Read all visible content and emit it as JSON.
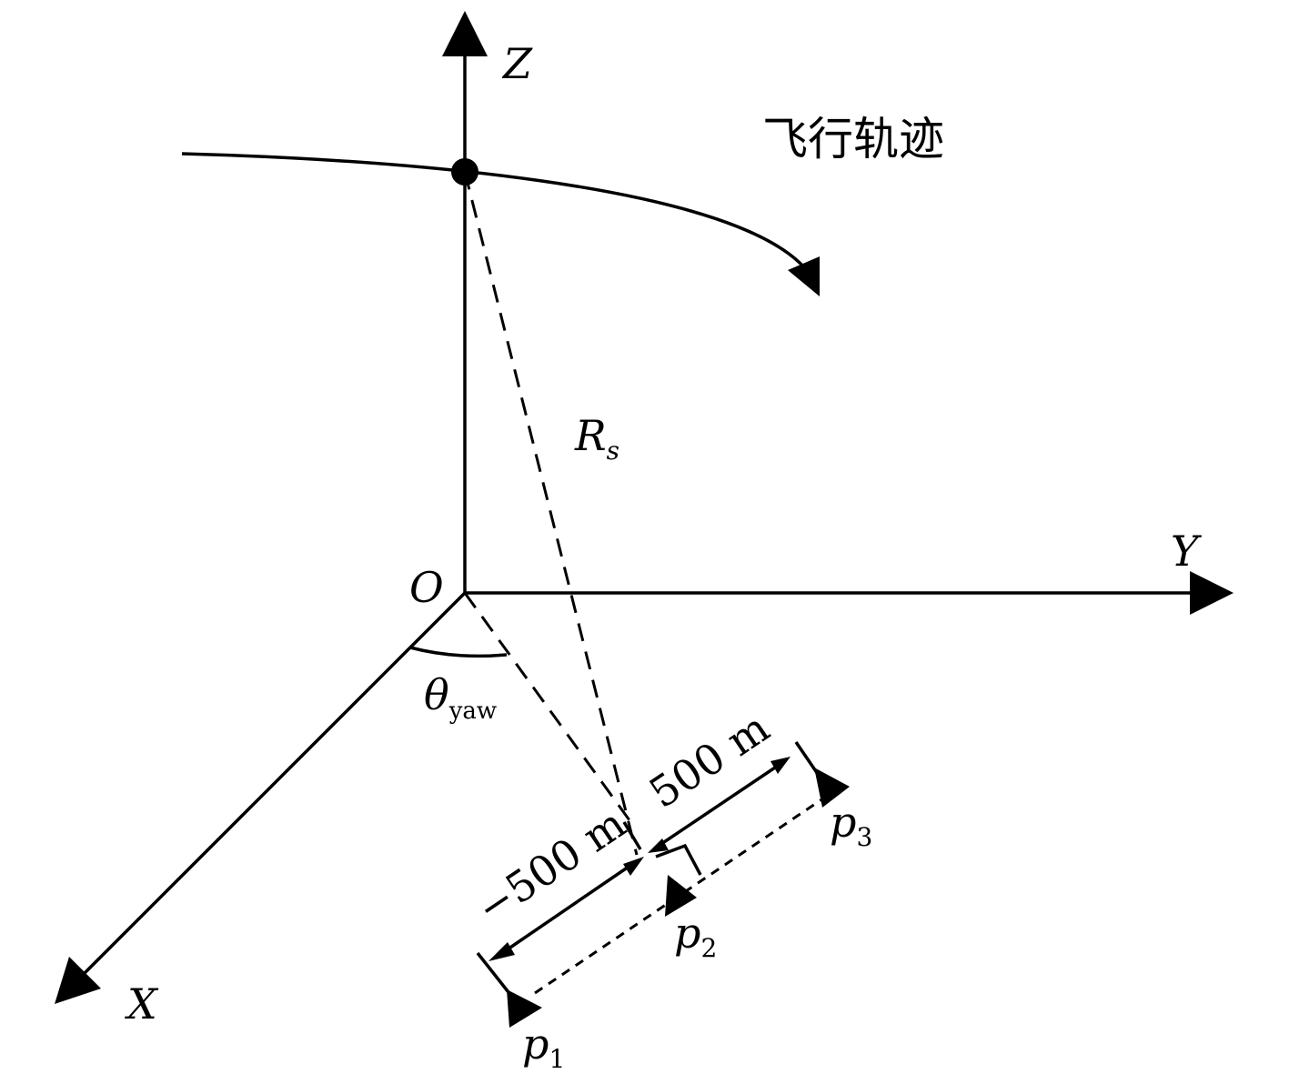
{
  "axes": {
    "z_label": "Z",
    "y_label": "Y",
    "x_label": "X",
    "origin_label": "O"
  },
  "trajectory": {
    "label": "飞行轨迹"
  },
  "slant_range": {
    "symbol": "R",
    "subscript": "s"
  },
  "yaw_angle": {
    "symbol": "θ",
    "subscript": "yaw"
  },
  "offsets": {
    "positive": "500 m",
    "negative": "−500 m"
  },
  "points": [
    {
      "symbol": "p",
      "subscript": "1"
    },
    {
      "symbol": "p",
      "subscript": "2"
    },
    {
      "symbol": "p",
      "subscript": "3"
    }
  ]
}
